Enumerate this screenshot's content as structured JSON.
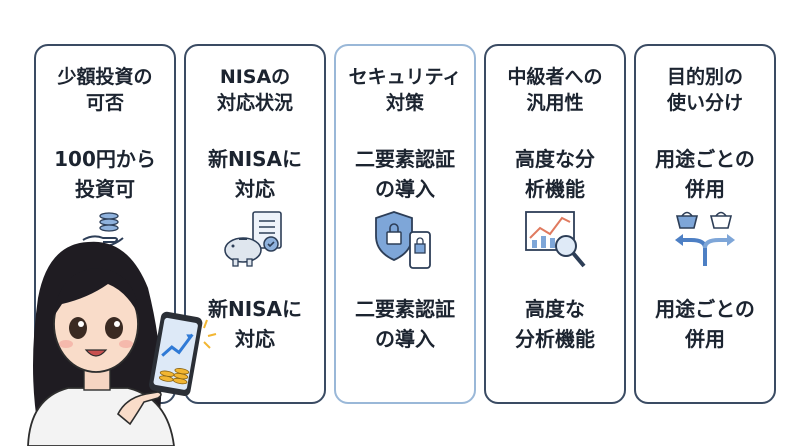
{
  "cards": [
    {
      "title1": "少額投資の",
      "title2": "可否",
      "main1": "100円から",
      "main2": "投資可",
      "icon": "coins-hand-icon"
    },
    {
      "title1": "NISAの",
      "title2": "対応状況",
      "main1": "新NISAに",
      "main2": "対応",
      "sub1": "新NISAに",
      "sub2": "対応",
      "icon": "piggy-bank-document-icon"
    },
    {
      "title1": "セキュリティ",
      "title2": "対策",
      "main1": "二要素認証",
      "main2": "の導入",
      "sub1": "二要素認証",
      "sub2": "の導入",
      "icon": "shield-lock-phone-icon"
    },
    {
      "title1": "中級者への",
      "title2": "汎用性",
      "main1": "高度な分",
      "main2": "析機能",
      "sub1": "高度な",
      "sub2": "分析機能",
      "icon": "chart-magnifier-icon"
    },
    {
      "title1": "目的別の",
      "title2": "使い分け",
      "main1": "用途ごとの",
      "main2": "併用",
      "sub1": "用途ごとの",
      "sub2": "併用",
      "icon": "baskets-split-arrows-icon"
    }
  ],
  "colors": {
    "border": "#3a4b63",
    "border_light": "#9ab8d8",
    "icon_blue": "#4d7fc4",
    "text": "#1c2430"
  }
}
